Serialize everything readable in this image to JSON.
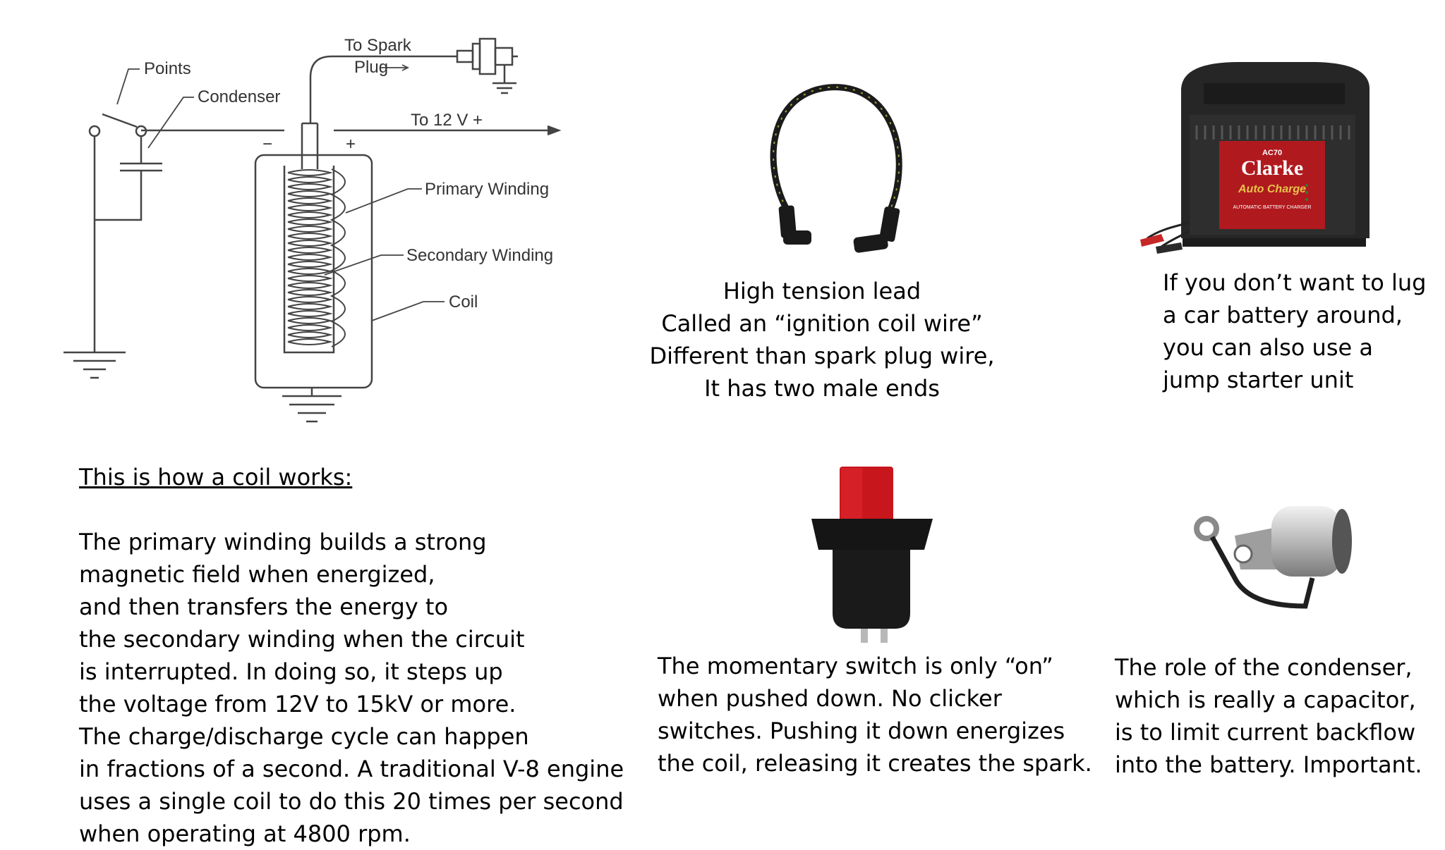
{
  "diagram": {
    "labels": {
      "points": "Points",
      "condenser": "Condenser",
      "to_spark_plug_line1": "To Spark",
      "to_spark_plug_line2": "Plug",
      "to_12v": "To 12 V +",
      "minus": "−",
      "plus": "+",
      "primary_winding": "Primary Winding",
      "secondary_winding": "Secondary Winding",
      "coil": "Coil"
    }
  },
  "coil_explanation": {
    "heading": "This is how a coil works:",
    "body": "The primary winding builds a strong\nmagnetic field when energized,\nand then transfers the energy to\nthe secondary winding when the circuit\nis interrupted.  In doing so, it steps up\nthe voltage from 12V to 15kV or more.\nThe charge/discharge cycle can happen\nin fractions of a second.  A traditional V-8 engine\nuses a single coil to do this 20 times per second\nwhen operating at 4800 rpm."
  },
  "high_tension_lead": {
    "caption": "High tension lead\nCalled an “ignition coil wire”\nDifferent than spark plug wire,\nIt has two male ends"
  },
  "battery_charger": {
    "brand": "Clarke",
    "model": "AC70",
    "sub_brand": "Auto Charge",
    "product_text": "AUTOMATIC BATTERY CHARGER",
    "caption": "If you don’t want to lug\na car battery around,\nyou can also use a\njump starter unit"
  },
  "momentary_switch": {
    "caption": "The momentary switch is only “on”\nwhen pushed down.  No clicker\nswitches.  Pushing it down energizes\nthe coil, releasing it creates the spark."
  },
  "condenser": {
    "caption": "The role of the condenser,\nwhich is really a capacitor,\nis to limit current backflow\ninto the battery.  Important."
  },
  "colors": {
    "line": "#444444",
    "switch_red": "#c8161d",
    "charger_body": "#2a2a2a",
    "charger_label": "#b01a1f"
  }
}
